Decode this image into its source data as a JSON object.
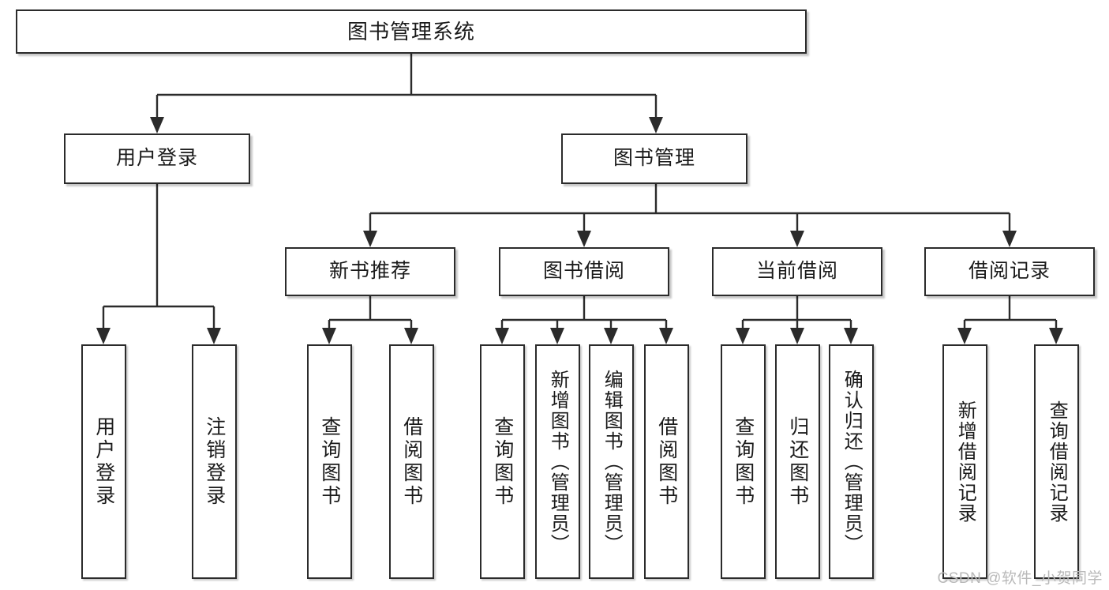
{
  "diagram": {
    "title": "图书管理系统",
    "type": "tree",
    "watermark": "CSDN @软件_小贺同学",
    "nodes": {
      "root": {
        "label": "图书管理系统"
      },
      "user_login": {
        "label": "用户登录"
      },
      "book_manage": {
        "label": "图书管理"
      },
      "new_book_rec": {
        "label": "新书推荐"
      },
      "book_borrow": {
        "label": "图书借阅"
      },
      "current_borrow": {
        "label": "当前借阅"
      },
      "borrow_record": {
        "label": "借阅记录"
      },
      "leaf_user_login": {
        "label": "用户登录"
      },
      "leaf_user_logout": {
        "label": "注销登录"
      },
      "leaf_query_book_1": {
        "label": "查询图书"
      },
      "leaf_borrow_book_1": {
        "label": "借阅图书"
      },
      "leaf_query_book_2": {
        "label": "查询图书"
      },
      "leaf_add_book": {
        "label": "新增图书（管理员）"
      },
      "leaf_edit_book": {
        "label": "编辑图书（管理员）"
      },
      "leaf_borrow_book_2": {
        "label": "借阅图书"
      },
      "leaf_query_book_3": {
        "label": "查询图书"
      },
      "leaf_return_book": {
        "label": "归还图书"
      },
      "leaf_confirm_return": {
        "label": "确认归还（管理员）"
      },
      "leaf_add_record": {
        "label": "新增借阅记录"
      },
      "leaf_query_record": {
        "label": "查询借阅记录"
      }
    },
    "edges": [
      {
        "from": "root",
        "to": "user_login"
      },
      {
        "from": "root",
        "to": "book_manage"
      },
      {
        "from": "user_login",
        "to": "leaf_user_login"
      },
      {
        "from": "user_login",
        "to": "leaf_user_logout"
      },
      {
        "from": "book_manage",
        "to": "new_book_rec"
      },
      {
        "from": "book_manage",
        "to": "book_borrow"
      },
      {
        "from": "book_manage",
        "to": "current_borrow"
      },
      {
        "from": "book_manage",
        "to": "borrow_record"
      },
      {
        "from": "new_book_rec",
        "to": "leaf_query_book_1"
      },
      {
        "from": "new_book_rec",
        "to": "leaf_borrow_book_1"
      },
      {
        "from": "book_borrow",
        "to": "leaf_query_book_2"
      },
      {
        "from": "book_borrow",
        "to": "leaf_add_book"
      },
      {
        "from": "book_borrow",
        "to": "leaf_edit_book"
      },
      {
        "from": "book_borrow",
        "to": "leaf_borrow_book_2"
      },
      {
        "from": "current_borrow",
        "to": "leaf_query_book_3"
      },
      {
        "from": "current_borrow",
        "to": "leaf_return_book"
      },
      {
        "from": "current_borrow",
        "to": "leaf_confirm_return"
      },
      {
        "from": "borrow_record",
        "to": "leaf_add_record"
      },
      {
        "from": "borrow_record",
        "to": "leaf_query_record"
      }
    ],
    "colors": {
      "box_border": "#2b2b2b",
      "box_fill": "#ffffff",
      "connector": "#2b2b2b",
      "text": "#1a1a1a",
      "watermark": "#b9b9b9",
      "background": "#ffffff"
    }
  }
}
